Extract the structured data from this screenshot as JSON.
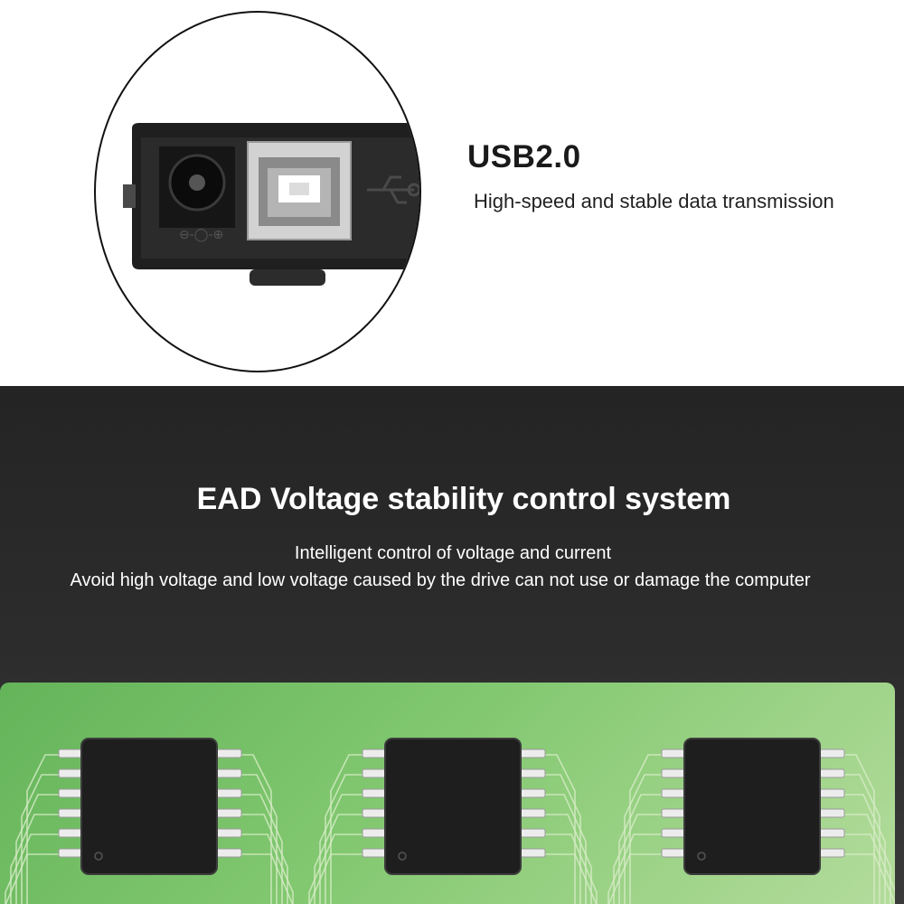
{
  "usb_section": {
    "title": "USB2.0",
    "subtitle": "High-speed and stable data transmission"
  },
  "ead_section": {
    "title": "EAD Voltage stability control system",
    "line1": "Intelligent control of voltage and current",
    "line2": "Avoid high voltage and low voltage caused by the drive can not use or damage the computer"
  },
  "pcb": {
    "chip_count": 3,
    "pins_per_side": 6
  },
  "colors": {
    "dark_background": "#2a2a2a",
    "pcb_green": "#72be64",
    "chip_black": "#1e1e1e"
  },
  "icons": [
    "dc-power-jack-icon",
    "usb-b-port-icon",
    "usb-symbol-icon",
    "microchip-icon"
  ]
}
